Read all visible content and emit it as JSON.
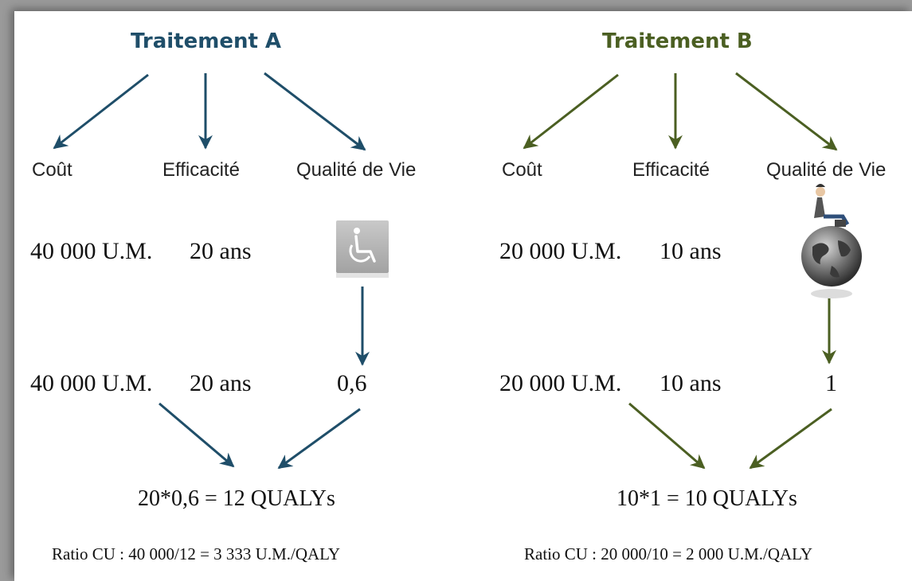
{
  "colors": {
    "treatment_a": "#1f4e69",
    "treatment_b": "#4b5f22"
  },
  "treatment_a": {
    "title": "Traitement A",
    "headers": {
      "cost": "Coût",
      "efficacy": "Efficacité",
      "quality": "Qualité de Vie"
    },
    "row1": {
      "cost": "40 000 U.M.",
      "efficacy": "20 ans"
    },
    "row2": {
      "cost": "40 000 U.M.",
      "efficacy": "20 ans",
      "quality": "0,6"
    },
    "result": "20*0,6 = 12 QUALYs",
    "ratio": "Ratio CU : 40 000/12 = 3 333 U.M./QALY",
    "icon": "wheelchair-icon"
  },
  "treatment_b": {
    "title": "Traitement B",
    "headers": {
      "cost": "Coût",
      "efficacy": "Efficacité",
      "quality": "Qualité de Vie"
    },
    "row1": {
      "cost": "20 000 U.M.",
      "efficacy": "10 ans"
    },
    "row2": {
      "cost": "20 000 U.M.",
      "efficacy": "10 ans",
      "quality": "1"
    },
    "result": "10*1 = 10 QUALYs",
    "ratio": "Ratio CU : 20 000/10 = 2 000 U.M./QALY",
    "icon": "person-on-globe-icon"
  }
}
